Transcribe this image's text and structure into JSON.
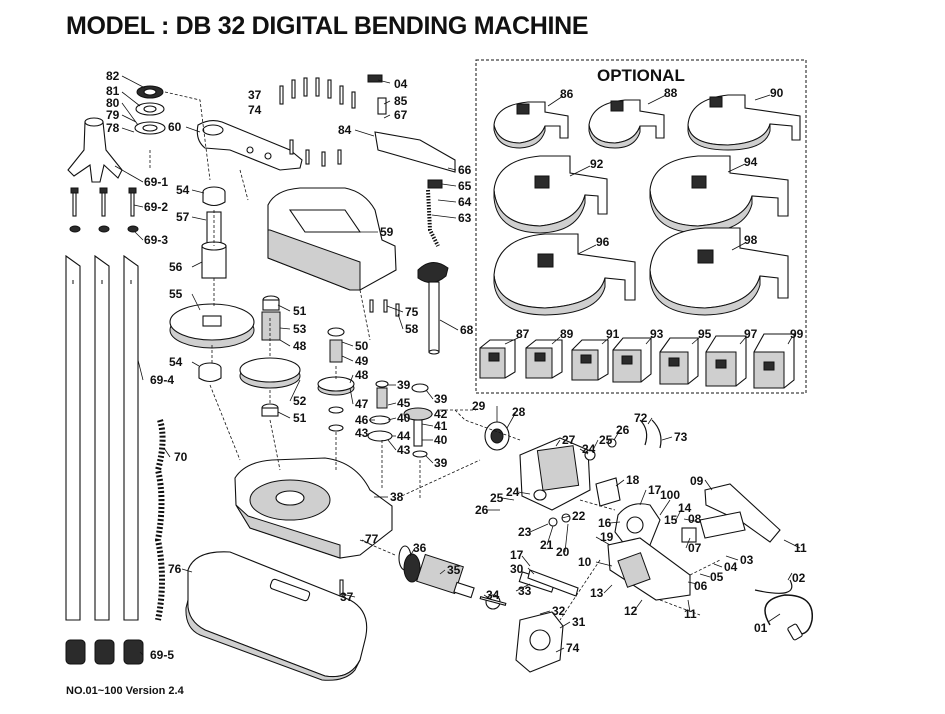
{
  "title": "MODEL : DB 32  DIGITAL BENDING MACHINE",
  "optional_title": "OPTIONAL",
  "footer": "NO.01~100  Version 2.4",
  "labels": {
    "l82": "82",
    "l81": "81",
    "l80": "80",
    "l79": "79",
    "l78": "78",
    "l60": "60",
    "l37a": "37",
    "l74a": "74",
    "l04": "04",
    "l85": "85",
    "l67": "67",
    "l84": "84",
    "l66": "66",
    "l65": "65",
    "l64": "64",
    "l63": "63",
    "l691": "69-1",
    "l692": "69-2",
    "l693": "69-3",
    "l694": "69-4",
    "l695": "69-5",
    "l54a": "54",
    "l57": "57",
    "l56": "56",
    "l55": "55",
    "l54b": "54",
    "l59": "59",
    "l51a": "51",
    "l53": "53",
    "l48a": "48",
    "l50": "50",
    "l49": "49",
    "l48b": "48",
    "l52": "52",
    "l51b": "51",
    "l68": "68",
    "l75": "75",
    "l58": "58",
    "l39a": "39",
    "l39b": "39",
    "l47": "47",
    "l45": "45",
    "l42": "42",
    "l46": "46",
    "l40a": "40",
    "l41": "41",
    "l43a": "43",
    "l44": "44",
    "l40b": "40",
    "l43b": "43",
    "l39c": "39",
    "l70": "70",
    "l38": "38",
    "l76": "76",
    "l77": "77",
    "l36": "36",
    "l35": "35",
    "l37b": "37",
    "l34": "34",
    "l33": "33",
    "l32": "32",
    "l31": "31",
    "l74b": "74",
    "l30": "30",
    "l17a": "17",
    "l29": "29",
    "l28": "28",
    "l27": "27",
    "l25a": "25",
    "l26a": "26",
    "l72": "72",
    "l73": "73",
    "l24a": "24",
    "l24b": "24",
    "l25b": "25",
    "l26b": "26",
    "l23": "23",
    "l22": "22",
    "l21": "21",
    "l20": "20",
    "l19": "19",
    "l18": "18",
    "l17b": "17",
    "l16": "16",
    "l100": "100",
    "l14": "14",
    "l15": "15",
    "l08": "08",
    "l07": "07",
    "l09": "09",
    "l10": "10",
    "l13": "13",
    "l12": "12",
    "l11a": "11",
    "l11b": "11",
    "l03": "03",
    "l04b": "04",
    "l05": "05",
    "l06": "06",
    "l02": "02",
    "l01": "01",
    "l86": "86",
    "l88": "88",
    "l90": "90",
    "l92": "92",
    "l94": "94",
    "l96": "96",
    "l98": "98",
    "l87": "87",
    "l89": "89",
    "l91": "91",
    "l93": "93",
    "l95": "95",
    "l97": "97",
    "l99": "99"
  }
}
